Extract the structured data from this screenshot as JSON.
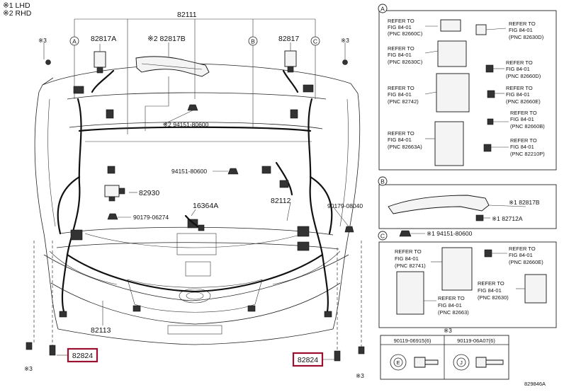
{
  "legend": {
    "line1": "※1 LHD",
    "line2": "※2 RHD"
  },
  "main": {
    "callouts": {
      "p82111": "82111",
      "p82817a": "82817A",
      "p82817b": "※2 82817B",
      "p82817": "82817",
      "p94151_a": "※2 94151-80600",
      "p94151_b": "94151-80600",
      "p82930": "82930",
      "p16364a": "16364A",
      "p82112": "82112",
      "p90179_a": "90179-06274",
      "p90179_b": "90179-08040",
      "p82113": "82113",
      "p82824_left": "82824",
      "p82824_right": "82824",
      "note3_tl": "※3",
      "note3_tr": "※3",
      "note3_bl": "※3",
      "note3_br": "※3"
    },
    "circles": {
      "a1": "A",
      "b1": "B",
      "c1": "C"
    }
  },
  "panel_a": {
    "tag": "A",
    "refs": [
      {
        "refer": "REFER TO",
        "fig": "FIG 84-01",
        "pnc": "(PNC 82660C)"
      },
      {
        "refer": "REFER TO",
        "fig": "FIG 84-01",
        "pnc": "(PNC 82630D)"
      },
      {
        "refer": "REFER TO",
        "fig": "FIG 84-01",
        "pnc": "(PNC 82630C)"
      },
      {
        "refer": "REFER TO",
        "fig": "FIG 84-01",
        "pnc": "(PNC 82660D)"
      },
      {
        "refer": "REFER TO",
        "fig": "FIG 84-01",
        "pnc": "(PNC 82742)"
      },
      {
        "refer": "REFER TO",
        "fig": "FIG 84-01",
        "pnc": "(PNC 82660E)"
      },
      {
        "refer": "REFER TO",
        "fig": "FIG 84-01",
        "pnc": "(PNC 82660B)"
      },
      {
        "refer": "REFER TO",
        "fig": "FIG 84-01",
        "pnc": "(PNC 82663A)"
      },
      {
        "refer": "REFER TO",
        "fig": "FIG 84-01",
        "pnc": "(PNC 82210P)"
      }
    ]
  },
  "panel_b": {
    "tag": "B",
    "p82817b": "※1 82817B",
    "p82712a": "※1 82712A"
  },
  "panel_c": {
    "tag": "C",
    "p94151": "※1 94151-80600",
    "refs": [
      {
        "refer": "REFER TO",
        "fig": "FIG 84-01",
        "pnc": "(PNC 82741)"
      },
      {
        "refer": "REFER TO",
        "fig": "FIG 84-01",
        "pnc": "(PNC 82660E)"
      },
      {
        "refer": "REFER TO",
        "fig": "FIG 84-01",
        "pnc": "(PNC 82630)"
      },
      {
        "refer": "REFER TO",
        "fig": "FIG 84-01",
        "pnc": "(PNC 82663)"
      }
    ]
  },
  "panel_d": {
    "note": "※3",
    "col1": "90119-06915(6)",
    "col2": "90119-06A07(6)",
    "sym1": "E",
    "sym2": "J"
  },
  "figure_code": "829846A"
}
